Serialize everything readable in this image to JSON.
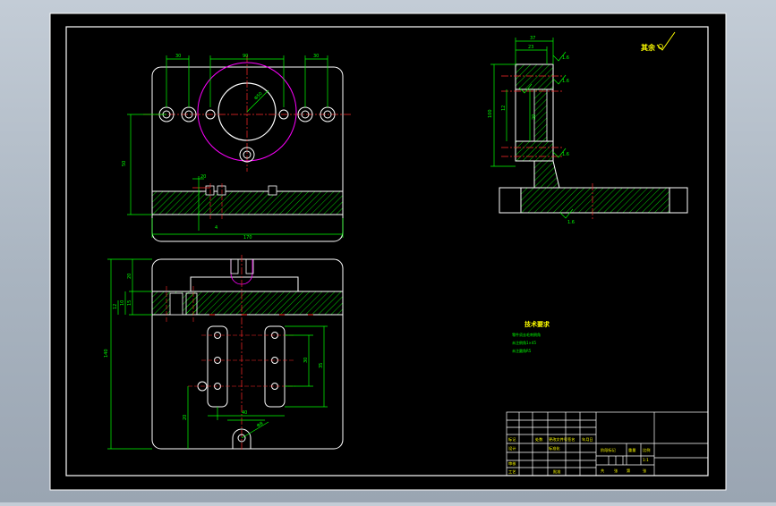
{
  "colors": {
    "background": "#000000",
    "border": "#ffffff",
    "dimension": "#00ff00",
    "centerline": "#ff2a2a",
    "hatch": "#00ff00",
    "circle": "#ff00ff",
    "text": "#ffff00",
    "table": "#ffffff"
  },
  "roughness_note": "其余",
  "tech_req": {
    "title": "技术要求",
    "lines": [
      "零件须去毛刺倒角",
      "未注倒角1×45",
      "未注圆角R5"
    ]
  },
  "dims_top": {
    "top_left": "30",
    "top_mid": "90",
    "top_right": "30",
    "height": "50",
    "width": "170",
    "small1": "20",
    "small2": "4",
    "dia": "Φ50"
  },
  "dims_bottom": {
    "total_h": "140",
    "h1": "20",
    "h2": "15",
    "h3": "10",
    "h4": "12",
    "slot": "35",
    "pitch": "30",
    "bot1": "40",
    "bot2": "20",
    "dia": "Φ8"
  },
  "dims_side": {
    "t1": "37",
    "t2": "23",
    "h": "100",
    "h2": "12",
    "h3": "20",
    "r1": "1.6",
    "r2": "1.6",
    "r3": "1.6",
    "r4": "1.6"
  },
  "title_block": {
    "row_labels": [
      "标记",
      "处数",
      "更改文件号",
      "签名",
      "年月日"
    ],
    "design": "设计",
    "check": "审核",
    "process": "工艺",
    "approve": "批准",
    "stage": "阶段标记",
    "weight": "重量",
    "scale": "比例",
    "scale_value": "1:1",
    "sheet": "共",
    "sheet2": "张",
    "sheet3": "第",
    "sheet4": "张",
    "standard": "标准化"
  }
}
